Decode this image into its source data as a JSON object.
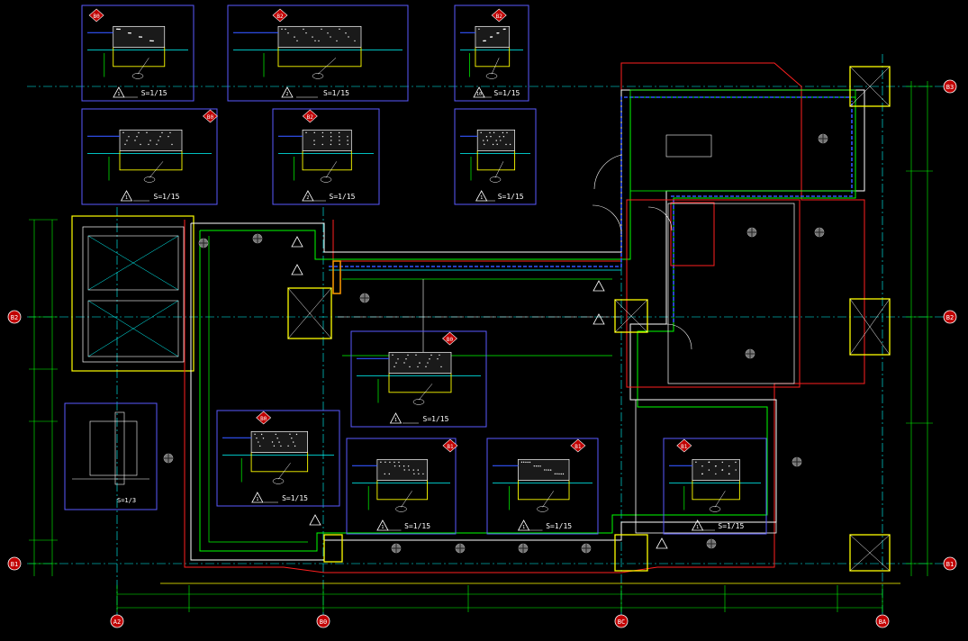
{
  "grid_bubbles": {
    "B0_top_left": "B0",
    "B2_top": "B2",
    "B2_top_right": "B2",
    "B3": "B3",
    "B2_left": "B2",
    "B2_right": "B2",
    "B1_left": "B1",
    "B1_right": "B1",
    "A2": "A2",
    "B0_bottom": "B0",
    "BC": "BC",
    "BA": "BA"
  },
  "details": [
    {
      "bubble": "B0",
      "num": "1",
      "scale": "S=1/15"
    },
    {
      "bubble": "B2",
      "num": "2",
      "scale": "S=1/15"
    },
    {
      "bubble": "B2",
      "num": "10",
      "scale": "S=1/15"
    },
    {
      "bubble": "B0",
      "num": "1",
      "scale": "S=1/15"
    },
    {
      "bubble": "B2",
      "num": "2",
      "scale": "S=1/15"
    },
    {
      "bubble": "",
      "num": "1",
      "scale": "S=1/15"
    },
    {
      "bubble": "B0",
      "num": "1",
      "scale": "S=1/15"
    },
    {
      "bubble": "B0",
      "num": "1",
      "scale": "S=1/15"
    },
    {
      "bubble": "B1",
      "num": "1",
      "scale": "S=1/15"
    },
    {
      "bubble": "B1",
      "num": "1",
      "scale": "S=1/15"
    },
    {
      "bubble": "B1",
      "num": "1",
      "scale": "S=1/15"
    }
  ],
  "side_detail": {
    "scale": "S=1/3"
  },
  "colors": {
    "background": "#000000",
    "yellow": "#ffff00",
    "green": "#00ff00",
    "cyan": "#00ffff",
    "blue": "#3355ff",
    "red": "#ff2020",
    "white": "#ffffff",
    "frame": "#5a5aff",
    "orange": "#ff9a00"
  }
}
